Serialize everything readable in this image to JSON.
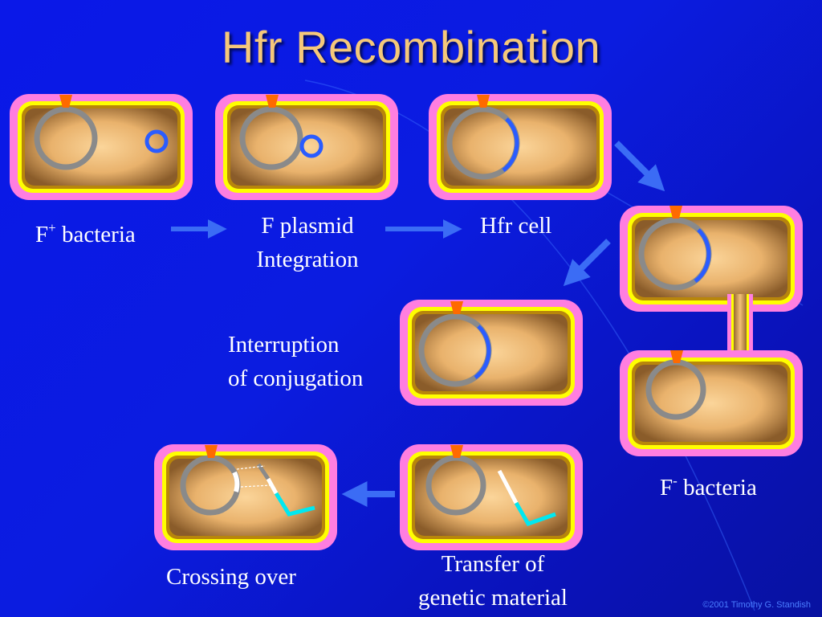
{
  "title": "Hfr Recombination",
  "labels": {
    "f_plus_prefix": "F",
    "f_plus_sup": "+",
    "f_plus_suffix": " bacteria",
    "f_plasmid_line1": "F plasmid",
    "f_plasmid_line2": "Integration",
    "hfr_cell": "Hfr cell",
    "interruption_line1": "Interruption",
    "interruption_line2": "of conjugation",
    "f_minus_prefix": "F",
    "f_minus_sup": "-",
    "f_minus_suffix": " bacteria",
    "crossing_over": "Crossing over",
    "transfer_line1": "Transfer of",
    "transfer_line2": "genetic material"
  },
  "copyright": "©2001 Timothy G. Standish",
  "colors": {
    "background": "#0b1ce0",
    "title": "#f5c87a",
    "cell_outer": "#ff7ee0",
    "cell_membrane": "#ffff00",
    "cell_wall": "#b8860b",
    "cytoplasm": "#f2c07a",
    "chromosome": "#8a8a8a",
    "plasmid": "#2a5cff",
    "transferred_dna": "#00e8f0",
    "arrow": "#3b6cf5",
    "marker": "#ff6a00"
  }
}
